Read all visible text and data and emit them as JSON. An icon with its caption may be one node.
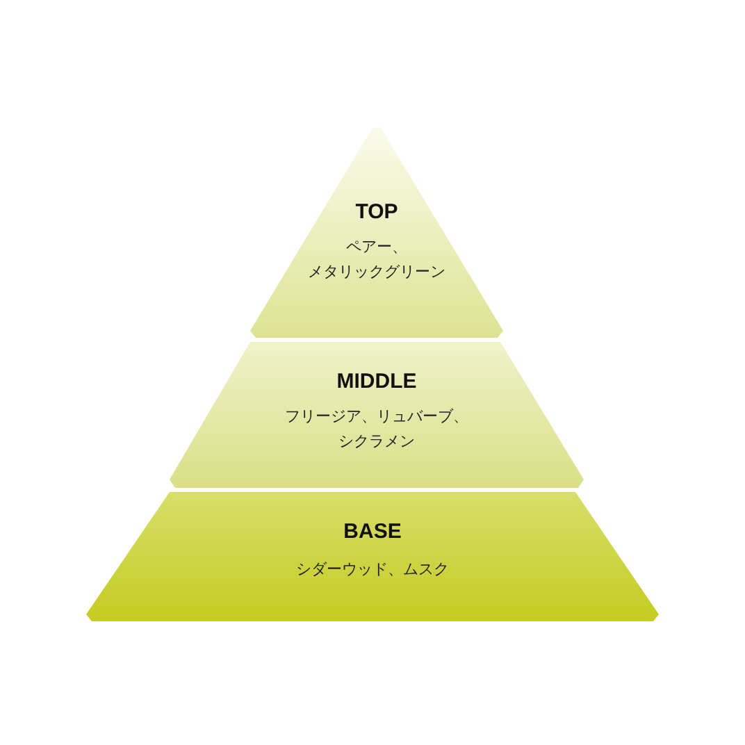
{
  "diagram": {
    "nodes": [
      {
        "text": [
          "TOP",
          "ペアー、メタリックグリーン"
        ]
      },
      {
        "text": [
          "MIDDLE",
          "フリージア、リュバーブ、シクラメン"
        ]
      },
      {
        "text": [
          "BASE",
          "シダーウッド、ムスク"
        ]
      }
    ]
  }
}
